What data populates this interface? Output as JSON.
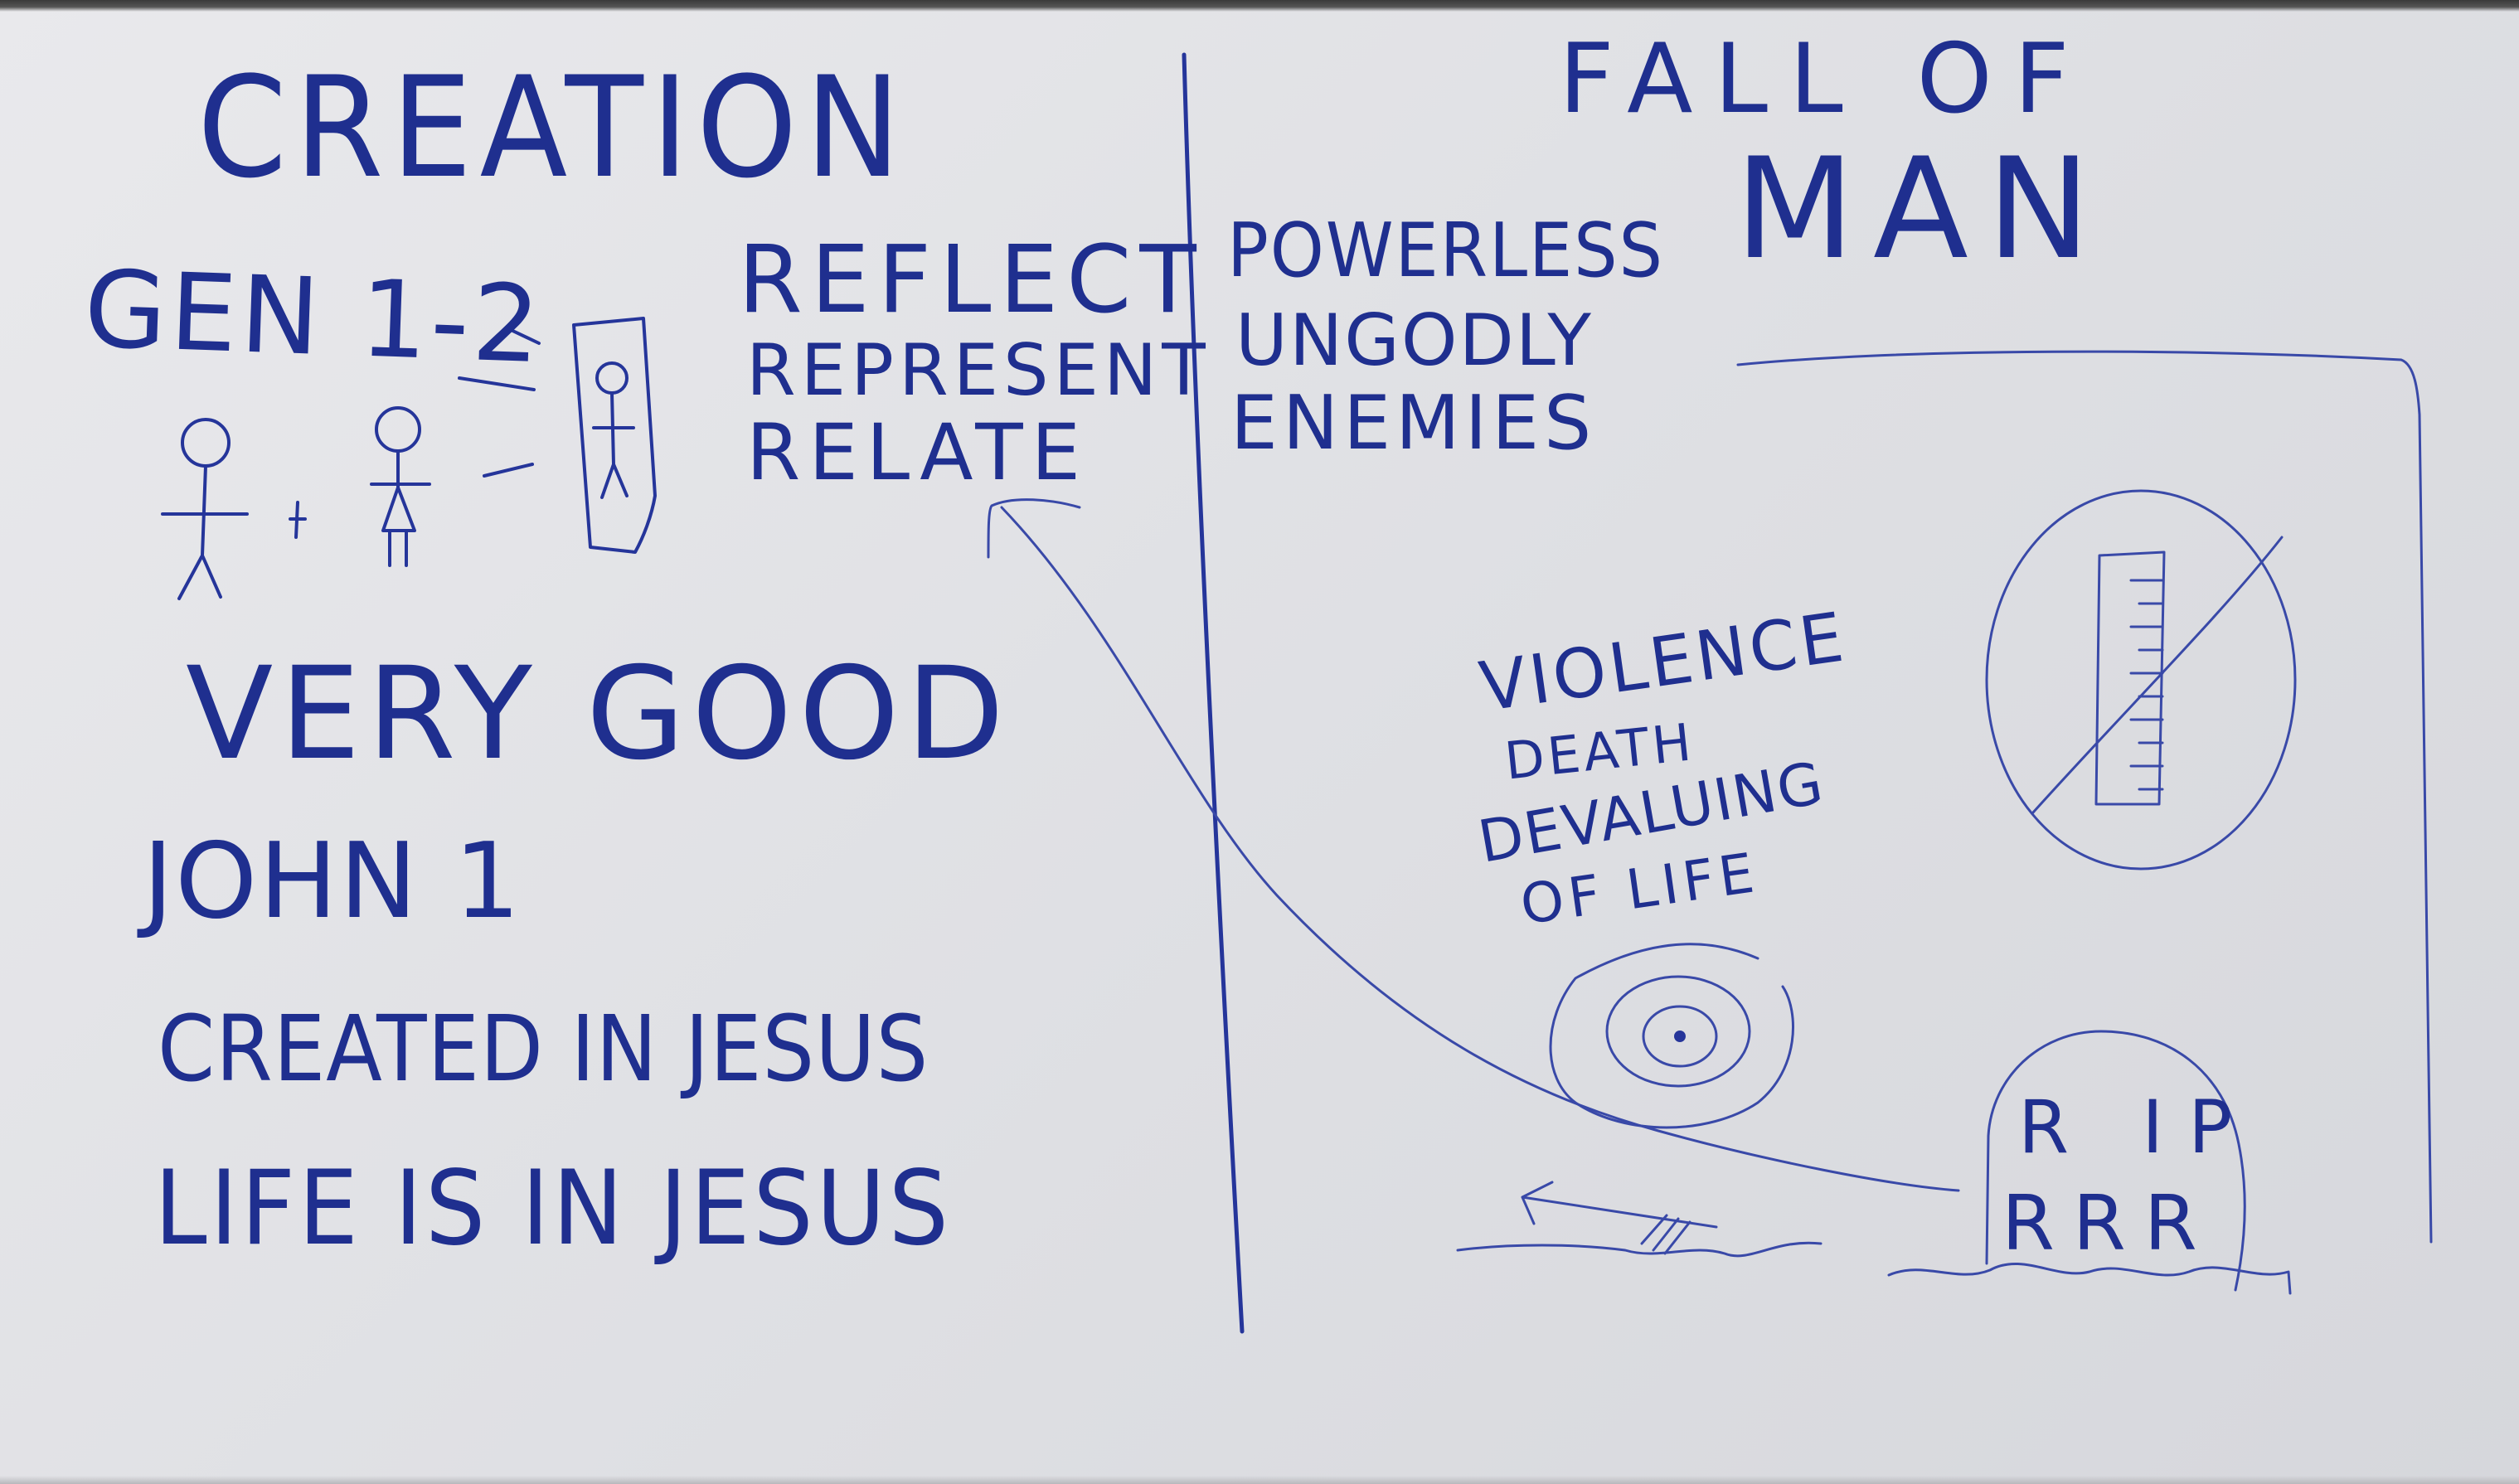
{
  "left_panel": {
    "title": "CREATION",
    "gen_ref": "GEN 1-2",
    "image_list": [
      "REFLECT",
      "REPRESENT",
      "RELATE"
    ],
    "very_good": "VERY GOOD",
    "john_ref": "JOHN 1",
    "created_in_jesus": "CREATED IN JESUS",
    "life_in_jesus": "LIFE IS IN JESUS"
  },
  "right_panel": {
    "title_line1": "FALL OF",
    "title_line2": "MAN",
    "states": [
      "POWERLESS",
      "UNGODLY",
      "ENEMIES"
    ],
    "consequences": [
      "VIOLENCE",
      "DEATH",
      "DEVALUING",
      "OF LIFE"
    ],
    "tombstone_line1": "R IP",
    "tombstone_line2": "RRR"
  },
  "colors": {
    "board": "#e3e4e8",
    "marker": "#1f2f8f"
  },
  "icons": {
    "man": "stick-figure-man-icon",
    "woman": "stick-figure-woman-icon",
    "framed_figure": "framed-figure-icon",
    "ruler": "crossed-out-ruler-icon",
    "target": "target-icon",
    "tombstone": "tombstone-icon",
    "arrow": "arrow-icon"
  }
}
